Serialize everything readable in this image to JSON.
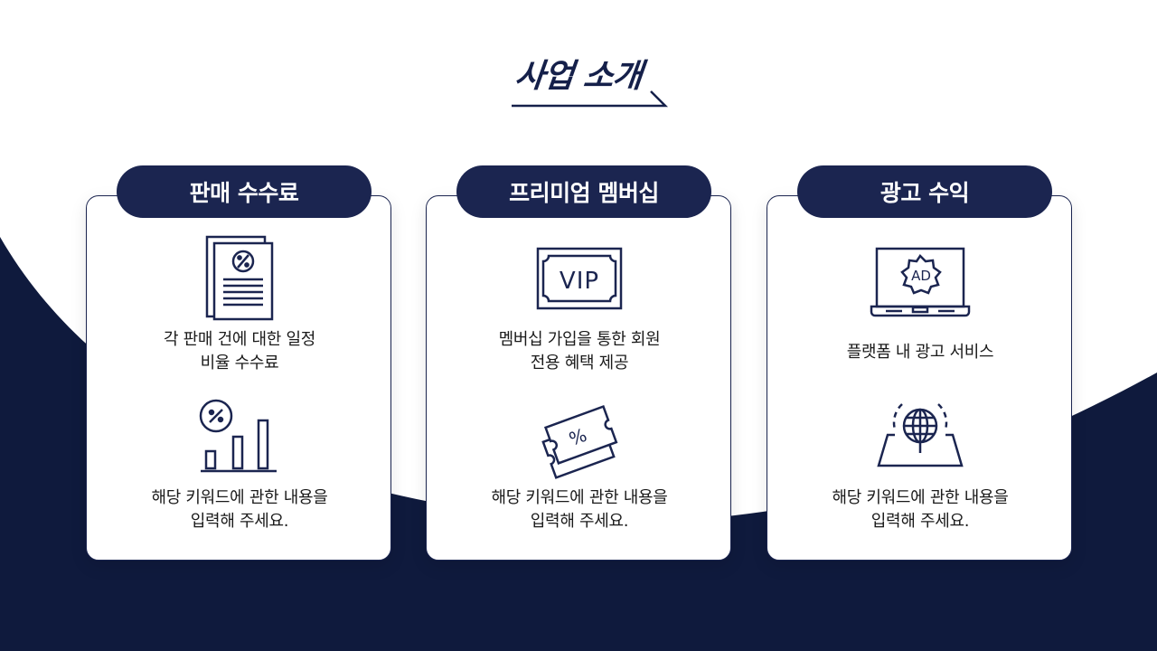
{
  "title": "사업 소개",
  "colors": {
    "navy": "#1b2550",
    "background": "#ffffff",
    "text": "#1a1a1a"
  },
  "cards": [
    {
      "header": "판매 수수료",
      "items": [
        {
          "icon": "percent-document-icon",
          "lines": [
            "각 판매 건에 대한 일정",
            "비율 수수료"
          ]
        },
        {
          "icon": "percent-bar-chart-icon",
          "lines": [
            "해당 키워드에 관한 내용을",
            "입력해 주세요."
          ]
        }
      ]
    },
    {
      "header": "프리미엄 멤버십",
      "items": [
        {
          "icon": "vip-ticket-icon",
          "icon_text": "VIP",
          "lines": [
            "멤버십 가입을 통한 회원",
            "전용 혜택 제공"
          ]
        },
        {
          "icon": "discount-coupon-icon",
          "icon_text": "%",
          "lines": [
            "해당 키워드에 관한 내용을",
            "입력해 주세요."
          ]
        }
      ]
    },
    {
      "header": "광고 수익",
      "items": [
        {
          "icon": "ad-laptop-icon",
          "icon_text": "AD",
          "lines": [
            "플랫폼 내 광고 서비스"
          ]
        },
        {
          "icon": "globe-map-icon",
          "lines": [
            "해당 키워드에 관한 내용을",
            "입력해 주세요."
          ]
        }
      ]
    }
  ]
}
